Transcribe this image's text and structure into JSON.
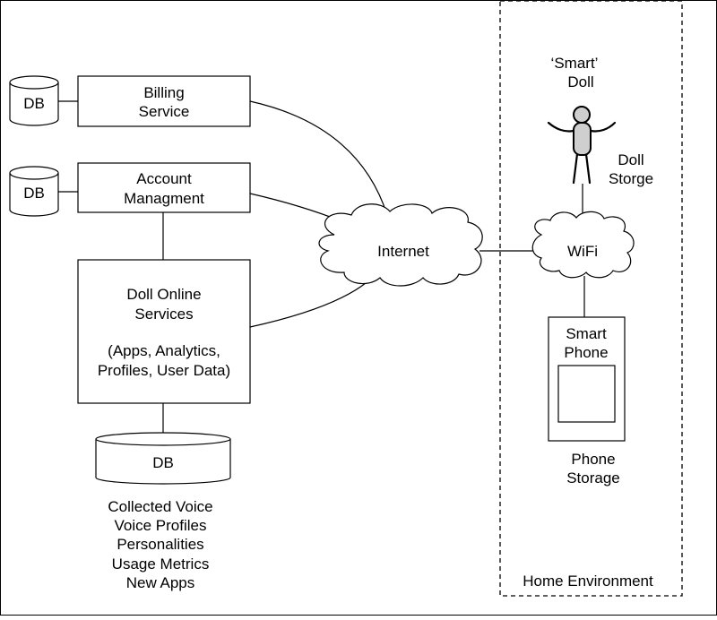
{
  "colors": {
    "stroke": "#000000",
    "background": "#ffffff",
    "doll_body": "#cfcfcf"
  },
  "db_billing": {
    "label": "DB"
  },
  "db_account": {
    "label": "DB"
  },
  "db_main": {
    "label": "DB"
  },
  "billing_service": {
    "line1": "Billing",
    "line2": "Service"
  },
  "account_management": {
    "line1": "Account",
    "line2": "Managment"
  },
  "doll_online_services": {
    "line1": "Doll Online",
    "line2": "Services",
    "line3": "(Apps, Analytics,",
    "line4": "Profiles, User Data)"
  },
  "collected_data": {
    "line1": "Collected Voice",
    "line2": "Voice Profiles",
    "line3": "Personalities",
    "line4": "Usage Metrics",
    "line5": "New Apps"
  },
  "internet": {
    "label": "Internet"
  },
  "wifi": {
    "label": "WiFi"
  },
  "smart_doll": {
    "line1": "‘Smart’",
    "line2": "Doll"
  },
  "doll_storage": {
    "line1": "Doll",
    "line2": "Storge"
  },
  "smart_phone": {
    "line1": "Smart",
    "line2": "Phone"
  },
  "phone_storage": {
    "line1": "Phone",
    "line2": "Storage"
  },
  "home_environment": {
    "label": "Home Environment"
  }
}
